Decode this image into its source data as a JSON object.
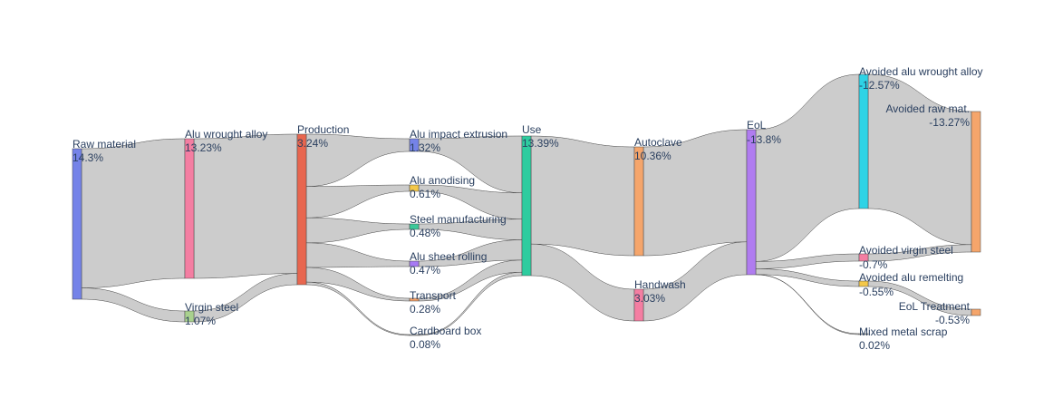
{
  "chart_data": {
    "type": "sankey",
    "nodes": [
      {
        "id": "raw",
        "label": "Raw material",
        "value_label": "14.3%",
        "value": 14.3,
        "color": "#7583e8"
      },
      {
        "id": "virgin",
        "label": "Virgin steel",
        "value_label": "1.07%",
        "value": 1.07,
        "color": "#a9d18e"
      },
      {
        "id": "aluw",
        "label": "Alu wrought alloy",
        "value_label": "13.23%",
        "value": 13.23,
        "color": "#f47ea2"
      },
      {
        "id": "prod",
        "label": "Production",
        "value_label": "3.24%",
        "value": 3.24,
        "color": "#e8664f"
      },
      {
        "id": "impact",
        "label": "Alu impact extrusion",
        "value_label": "1.32%",
        "value": 1.32,
        "color": "#7583e8"
      },
      {
        "id": "anod",
        "label": "Alu anodising",
        "value_label": "0.61%",
        "value": 0.61,
        "color": "#f4c84a"
      },
      {
        "id": "steelm",
        "label": "Steel manufacturing",
        "value_label": "0.48%",
        "value": 0.48,
        "color": "#3cc99a"
      },
      {
        "id": "sheet",
        "label": "Alu sheet rolling",
        "value_label": "0.47%",
        "value": 0.47,
        "color": "#a77af4"
      },
      {
        "id": "transport",
        "label": "Transport",
        "value_label": "0.28%",
        "value": 0.28,
        "color": "#f5a26a"
      },
      {
        "id": "cardboard",
        "label": "Cardboard box",
        "value_label": "0.08%",
        "value": 0.08,
        "color": "#c8c8c8"
      },
      {
        "id": "use",
        "label": "Use",
        "value_label": "13.39%",
        "value": 13.39,
        "color": "#2ecc9f"
      },
      {
        "id": "autoclave",
        "label": "Autoclave",
        "value_label": "10.36%",
        "value": 10.36,
        "color": "#f5a56b"
      },
      {
        "id": "handwash",
        "label": "Handwash",
        "value_label": "3.03%",
        "value": 3.03,
        "color": "#f47ea2"
      },
      {
        "id": "eol",
        "label": "EoL",
        "value_label": "-13.8%",
        "value": -13.8,
        "color": "#b07cf0"
      },
      {
        "id": "avw",
        "label": "Avoided alu wrought alloy",
        "value_label": "-12.57%",
        "value": -12.57,
        "color": "#2ed3e6"
      },
      {
        "id": "avvs",
        "label": "Avoided virgin steel",
        "value_label": "-0.7%",
        "value": -0.7,
        "color": "#f47ea2"
      },
      {
        "id": "avrem",
        "label": "Avoided alu remelting",
        "value_label": "-0.55%",
        "value": -0.55,
        "color": "#f4c84a"
      },
      {
        "id": "mixed",
        "label": "Mixed metal scrap",
        "value_label": "0.02%",
        "value": 0.02,
        "color": "#c8c8c8"
      },
      {
        "id": "avraw",
        "label": "Avoided raw mat.",
        "value_label": "-13.27%",
        "value": -13.27,
        "color": "#f5a56b"
      },
      {
        "id": "eolt",
        "label": "EoL Treatment",
        "value_label": "-0.53%",
        "value": -0.53,
        "color": "#f5a56b"
      }
    ],
    "links": [
      {
        "source": "raw",
        "target": "aluw",
        "value": 13.23
      },
      {
        "source": "raw",
        "target": "virgin",
        "value": 1.07
      },
      {
        "source": "aluw",
        "target": "prod",
        "value": 13.23
      },
      {
        "source": "virgin",
        "target": "prod",
        "value": 1.07
      },
      {
        "source": "prod",
        "target": "impact",
        "value": 1.0
      },
      {
        "source": "prod",
        "target": "anod",
        "value": 0.6
      },
      {
        "source": "prod",
        "target": "steelm",
        "value": 0.48
      },
      {
        "source": "prod",
        "target": "sheet",
        "value": 0.47
      },
      {
        "source": "prod",
        "target": "transport",
        "value": 0.28
      },
      {
        "source": "prod",
        "target": "cardboard",
        "value": 0.05
      },
      {
        "source": "impact",
        "target": "use",
        "value": 1.32
      },
      {
        "source": "anod",
        "target": "use",
        "value": 0.61
      },
      {
        "source": "steelm",
        "target": "use",
        "value": 0.48
      },
      {
        "source": "sheet",
        "target": "use",
        "value": 0.47
      },
      {
        "source": "transport",
        "target": "use",
        "value": 0.28
      },
      {
        "source": "cardboard",
        "target": "use",
        "value": 0.08
      },
      {
        "source": "use",
        "target": "autoclave",
        "value": 10.36
      },
      {
        "source": "use",
        "target": "handwash",
        "value": 3.03
      },
      {
        "source": "autoclave",
        "target": "eol",
        "value": 10.36
      },
      {
        "source": "handwash",
        "target": "eol",
        "value": 3.03
      },
      {
        "source": "eol",
        "target": "avw",
        "value": 12.57
      },
      {
        "source": "eol",
        "target": "avvs",
        "value": 0.7
      },
      {
        "source": "eol",
        "target": "avrem",
        "value": 0.55
      },
      {
        "source": "eol",
        "target": "mixed",
        "value": 0.02
      },
      {
        "source": "avw",
        "target": "avraw",
        "value": 12.57
      },
      {
        "source": "avvs",
        "target": "avraw",
        "value": 0.7
      },
      {
        "source": "avrem",
        "target": "eolt",
        "value": 0.53
      }
    ]
  }
}
